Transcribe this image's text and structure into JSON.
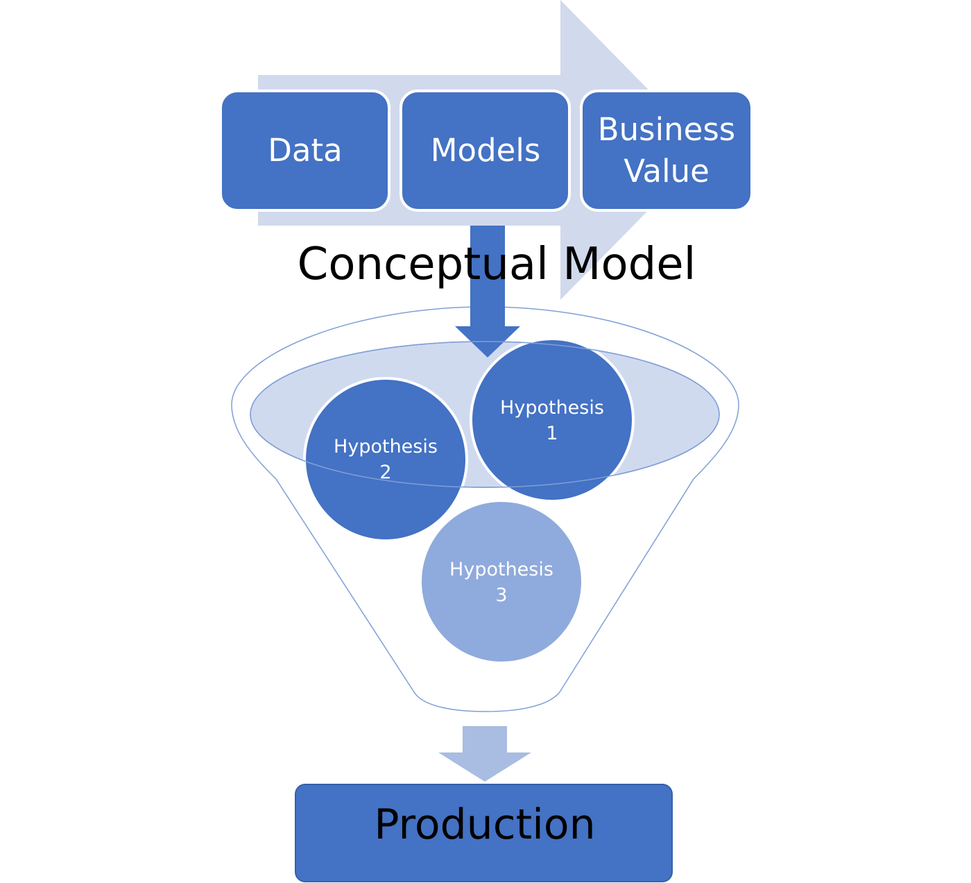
{
  "colors": {
    "box_fill": "#4472c4",
    "box_stroke": "#ffffff",
    "big_arrow": "#d1d9ec",
    "funnel_stroke": "#7f9fd6",
    "funnel_mouth": "#a9bce2",
    "circle_dark": "#4472c4",
    "circle_light": "#8faadc",
    "down_arrow": "#4472c4",
    "lower_arrow": "#a9bce2",
    "production_fill": "#4472c4",
    "production_stroke": "#3560a8"
  },
  "process_steps": [
    {
      "label_lines": [
        "Data"
      ]
    },
    {
      "label_lines": [
        "Models"
      ]
    },
    {
      "label_lines": [
        "Business",
        "Value"
      ]
    }
  ],
  "conceptual_model_label": "Conceptual Model",
  "hypotheses": [
    {
      "line1": "Hypothesis",
      "line2": "1",
      "shade": "dark"
    },
    {
      "line1": "Hypothesis",
      "line2": "2",
      "shade": "dark"
    },
    {
      "line1": "Hypothesis",
      "line2": "3",
      "shade": "light"
    }
  ],
  "production_label": "Production",
  "icons": {
    "big_arrow": "right-arrow-icon",
    "conceptual_down_arrow": "down-arrow-icon",
    "production_down_arrow": "down-arrow-icon",
    "funnel": "funnel-icon"
  }
}
